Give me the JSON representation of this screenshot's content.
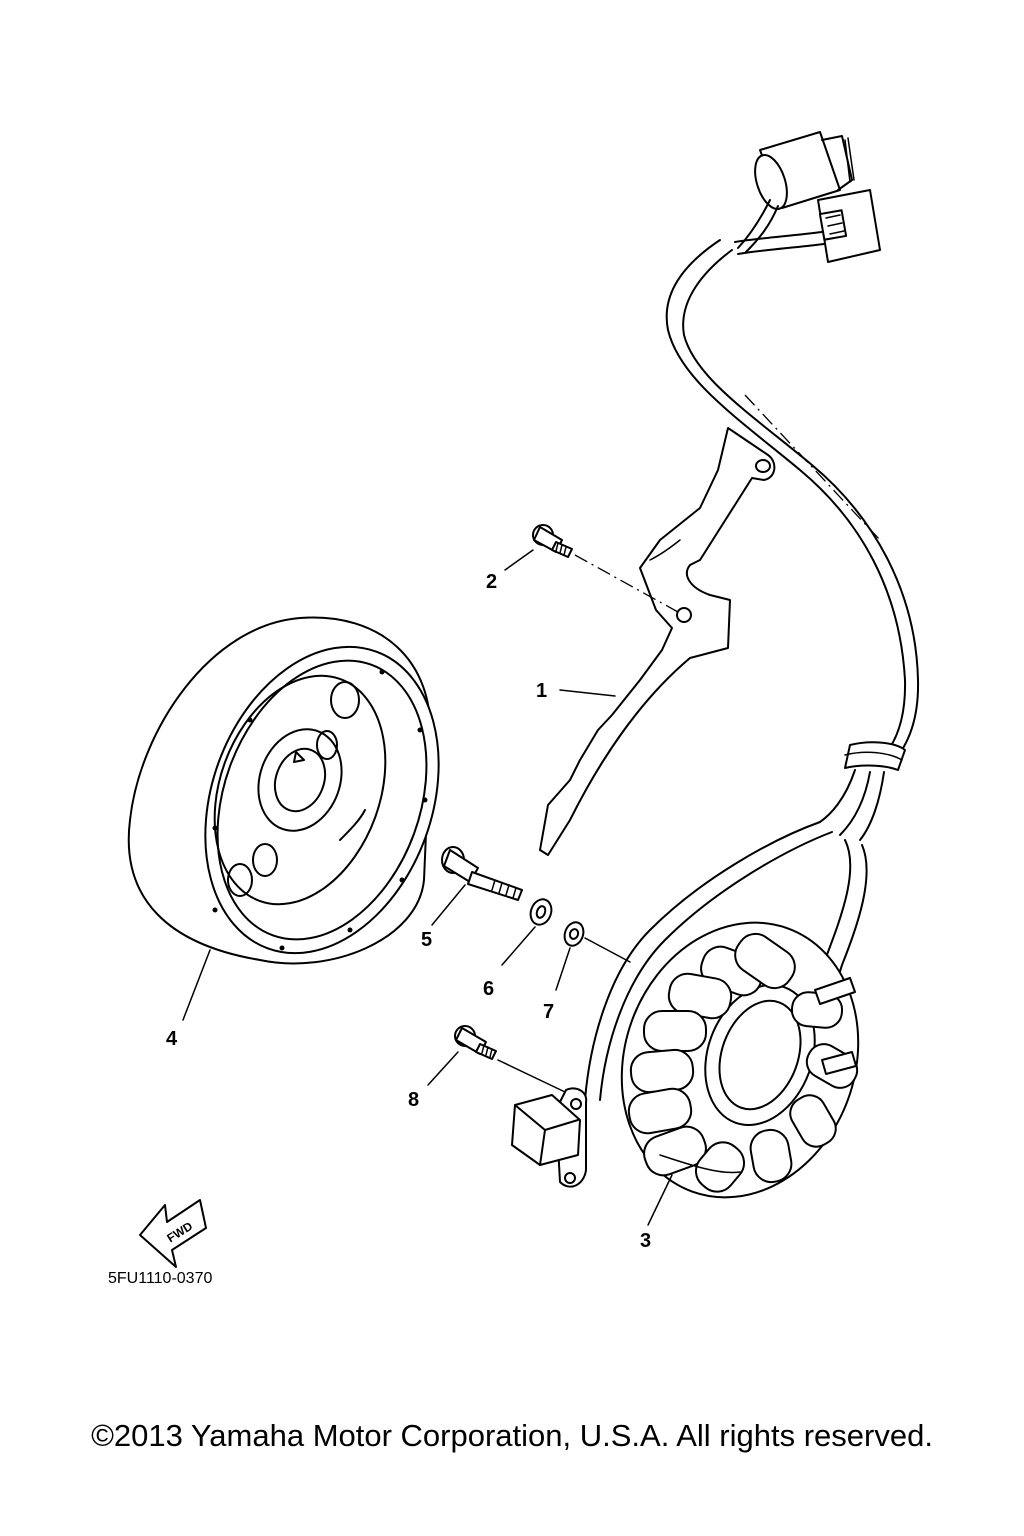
{
  "diagram": {
    "part_labels": [
      "1",
      "2",
      "3",
      "4",
      "5",
      "6",
      "7",
      "8"
    ],
    "fwd_label": "FWD",
    "figure_code": "5FU1110-0370"
  },
  "footer": {
    "copyright": "©2013 Yamaha Motor Corporation, U.S.A. All rights reserved."
  }
}
